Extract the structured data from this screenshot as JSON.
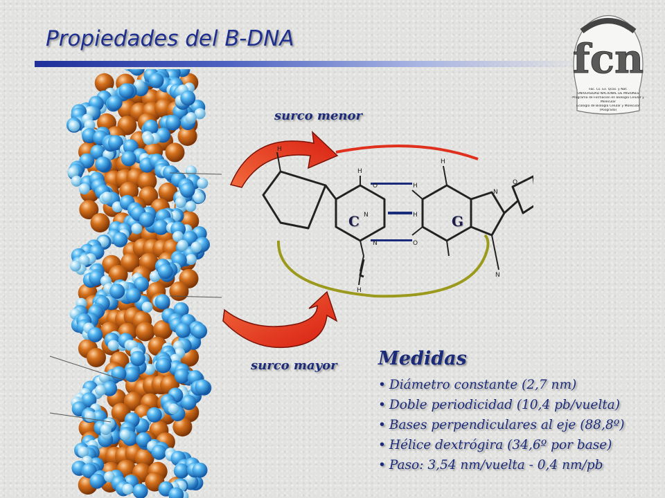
{
  "slide": {
    "title": "Propiedades del B-DNA"
  },
  "logo": {
    "lines": [
      "Fac. Cs. Ex. Qcas. y Nat.",
      "UNIVERSIDAD NACIONAL DE MISIONES",
      "Programa de Formación en Biología Celular y",
      "Molecular",
      "Ecología de Biología Celular y Molecular",
      "(Posgrado)"
    ]
  },
  "diagram": {
    "minor_groove_label": "surco menor",
    "major_groove_label": "surco mayor",
    "base_left": "C",
    "base_right": "G",
    "minor_groove_color": "#e0301e",
    "major_groove_color": "#9c9a1c",
    "arrow_color": "#e8321c"
  },
  "medidas": {
    "title": "Medidas",
    "items": [
      "Diámetro constante (2,7 nm)",
      "Doble periodicidad (10,4 pb/vuelta)",
      "Bases perpendiculares al eje (88,8º)",
      "Hélice dextrógira (34,6º por base)",
      "Paso: 3,54 nm/vuelta - 0,4 nm/pb"
    ]
  }
}
